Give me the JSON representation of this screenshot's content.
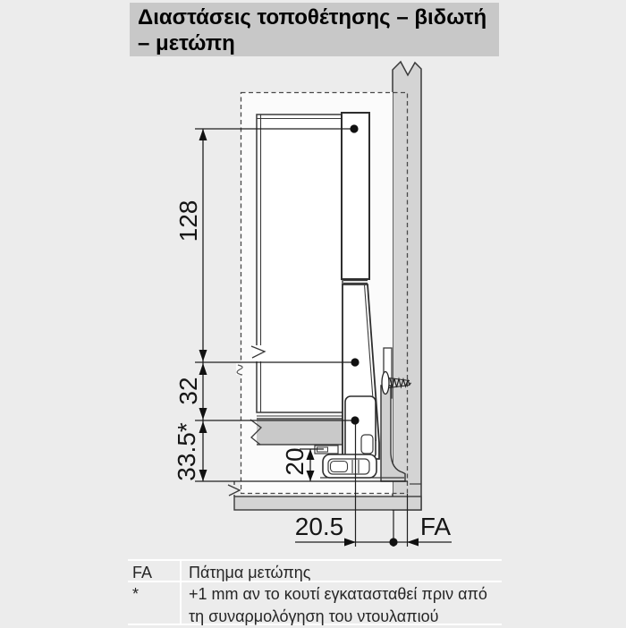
{
  "title": {
    "line1": "Διαστάσεις τοποθέτησης – βιδωτή",
    "line2": "– μετώπη"
  },
  "diagram": {
    "dim_128": "128",
    "dim_32": "32",
    "dim_33_5": "33.5*",
    "dim_20": "20",
    "dim_20_5": "20.5",
    "dim_fa": "FA"
  },
  "legend": {
    "rows": [
      {
        "key": "FA",
        "text": "Πάτημα μετώπης"
      },
      {
        "key": "*",
        "text": "+1 mm αν το κουτί εγκατασταθεί πριν από τη συναρμολόγηση του ντουλαπιού"
      }
    ]
  },
  "colors": {
    "page_bg": "#ececec",
    "titlebar_bg": "#c8c8c8",
    "panel_gray": "#d4d4d4",
    "board_gray": "#c9c9c9",
    "line": "#3a3a3a",
    "separator": "#ffffff"
  }
}
